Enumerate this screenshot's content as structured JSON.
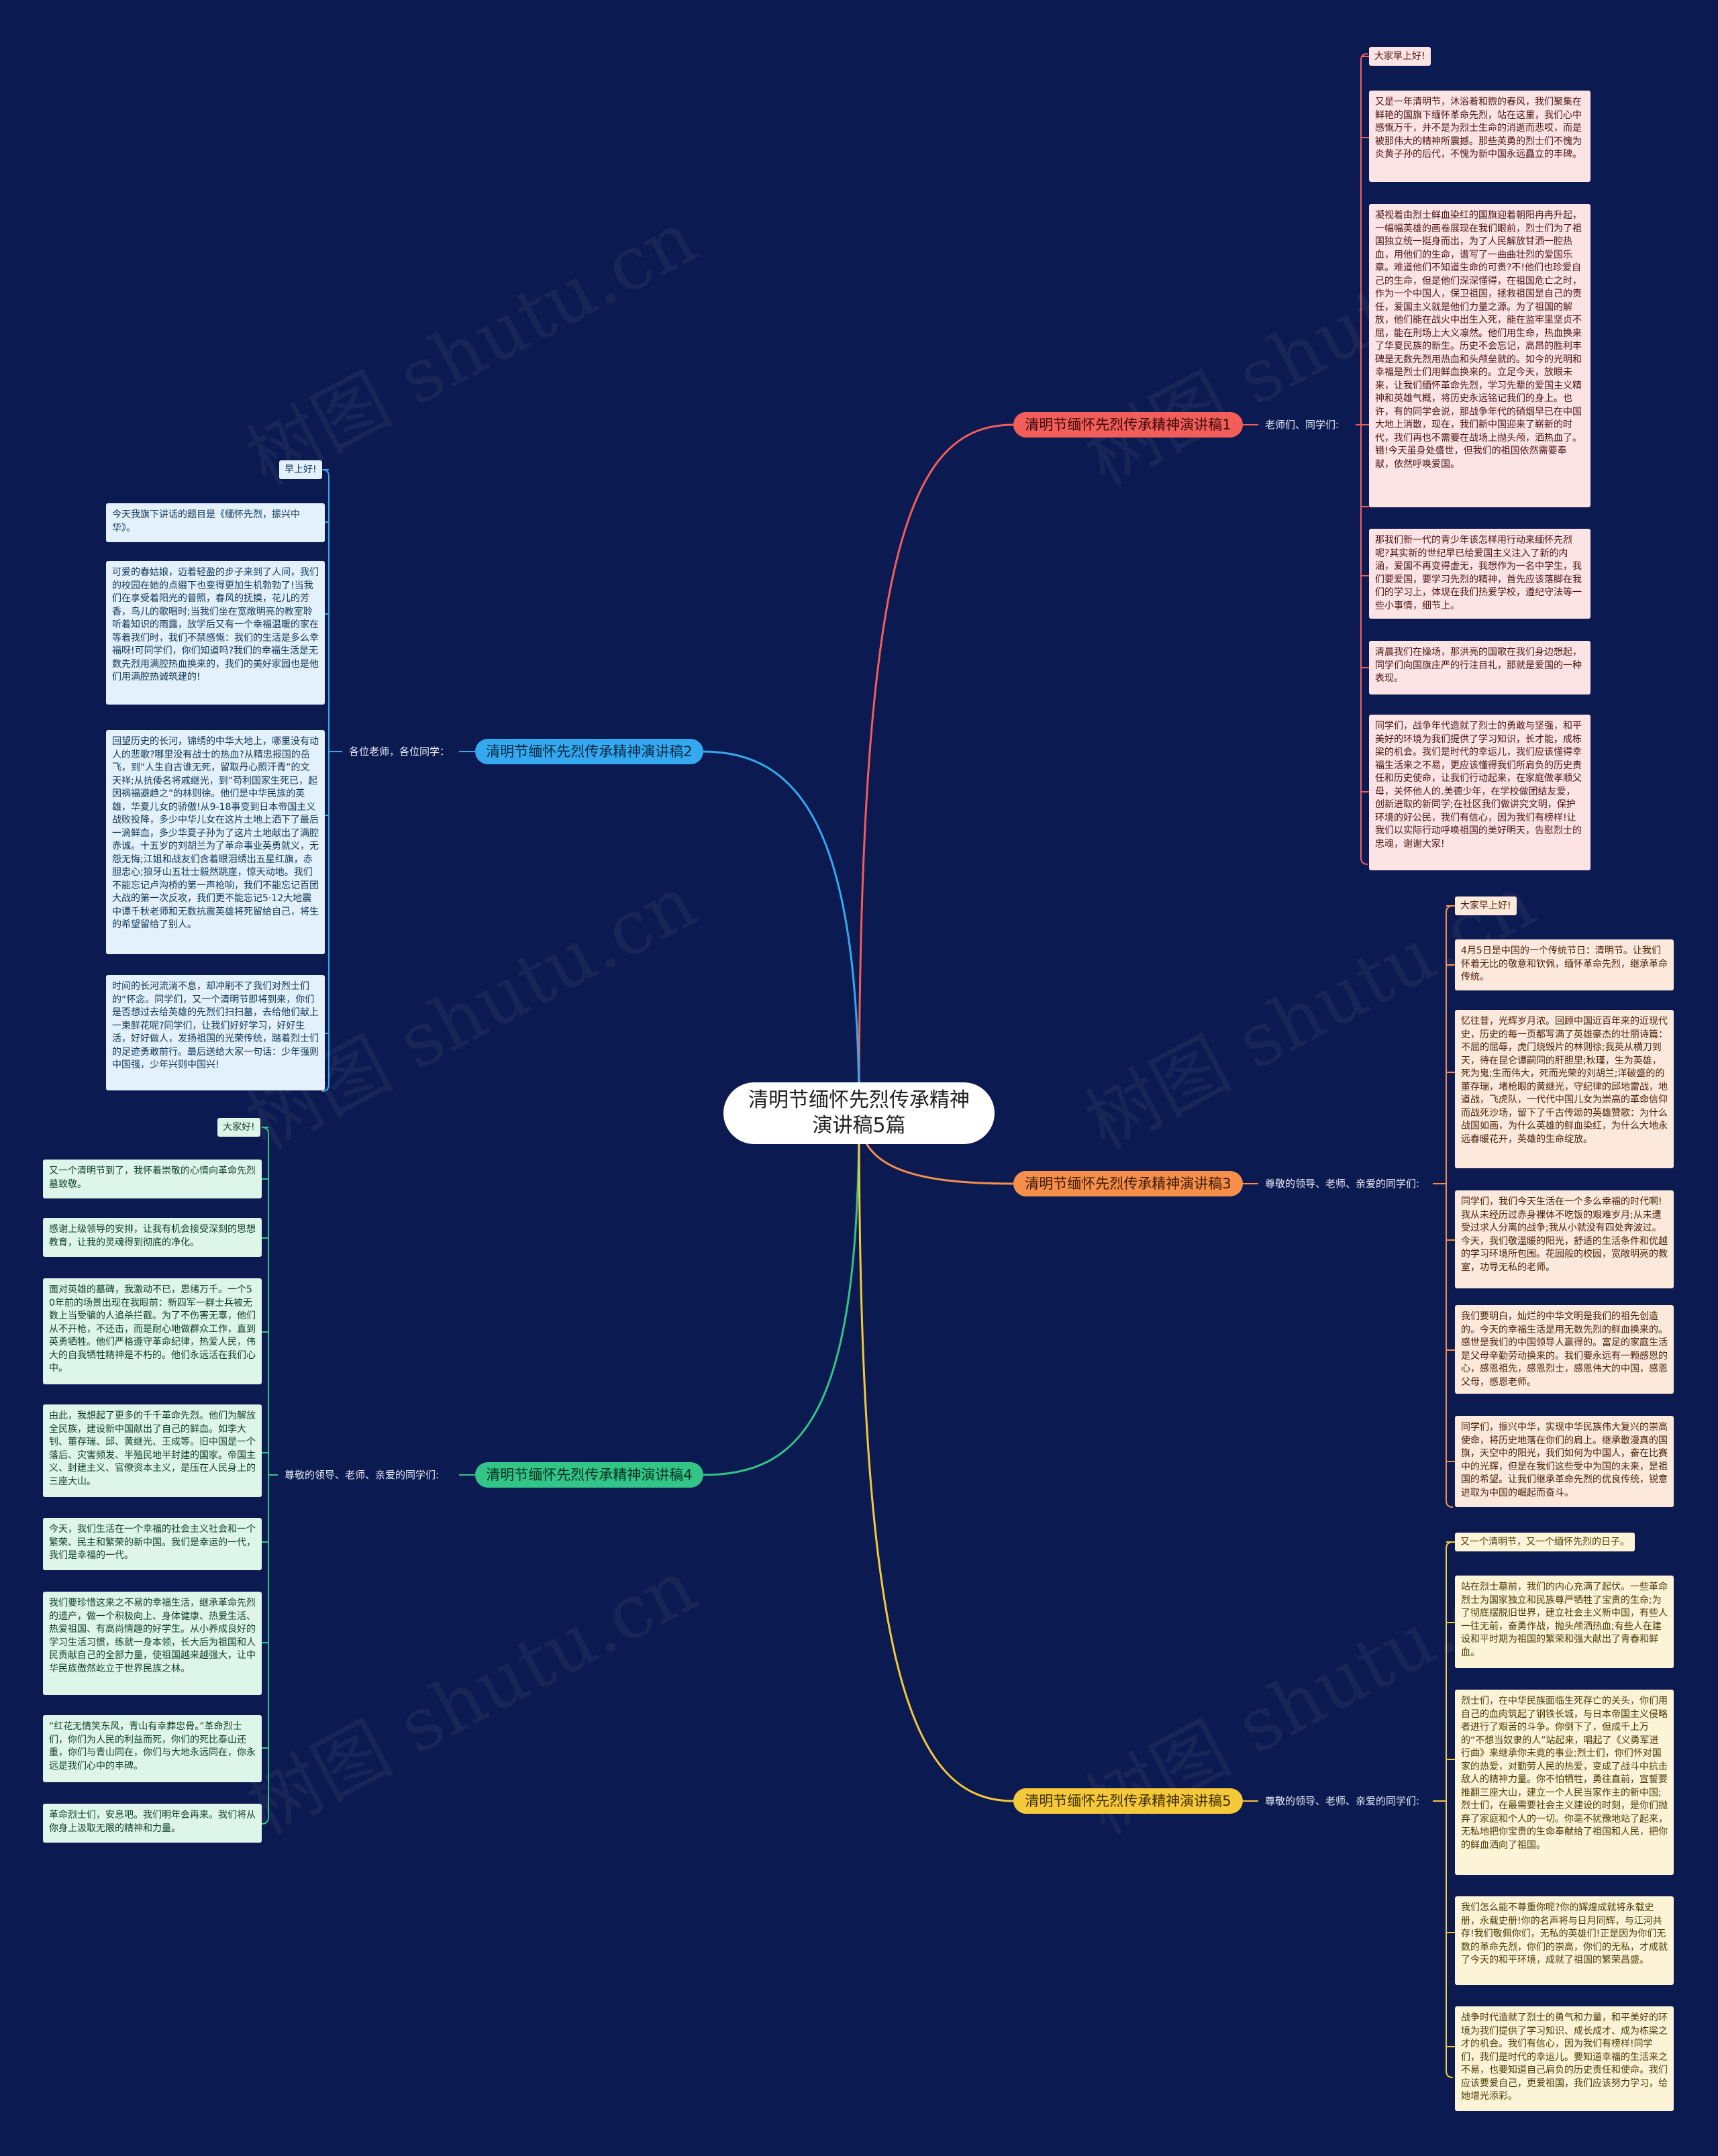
{
  "watermark": "树图 shutu.cn",
  "root": {
    "title": "清明节缅怀先烈传承精神演讲稿5篇"
  },
  "branches": [
    {
      "label": "清明节缅怀先烈传承精神演讲稿1",
      "greeting": "老师们、同学们:",
      "color": "#f25e5a",
      "items": [
        "大家早上好!",
        "又是一年清明节，沐浴着和煦的春风，我们聚集在鲜艳的国旗下缅怀革命先烈，站在这里，我们心中感慨万千，并不是为烈士生命的消逝而悲哎，而是被那伟大的精神所震撼。那些英勇的烈士们不愧为炎黄子孙的后代，不愧为新中国永远矗立的丰碑。",
        "凝视着由烈士鲜血染红的国旗迎着朝阳冉冉升起，一幅幅英雄的画卷展现在我们眼前，烈士们为了祖国独立统一挺身而出，为了人民解放甘洒一腔热血，用他们的生命，谱写了一曲曲壮烈的爱国乐章。难道他们不知道生命的可贵?不!他们也珍爱自己的生命，但是他们深深懂得，在祖国危亡之时，作为一个中国人，保卫祖国，拯救祖国是自己的责任，爱国主义就是他们力量之源。为了祖国的解放，他们能在战火中出生入死，能在监牢里坚贞不屈，能在刑场上大义凛然。他们用生命，热血换来了华夏民族的新生。历史不会忘记，高昂的胜利丰碑是无数先烈用热血和头颅垒就的。如今的光明和幸福是烈士们用鲜血换来的。立足今天，放眼未来，让我们缅怀革命先烈，学习先辈的爱国主义精神和英雄气概，将历史永远铭记我们的身上。也许，有的同学会说，那战争年代的硝烟早已在中国大地上消散，现在，我们新中国迎来了崭新的时代，我们再也不需要在战场上抛头颅，洒热血了。错!今天虽身处盛世，但我们的祖国依然需要奉献，依然呼唤爱国。",
        "那我们新一代的青少年该怎样用行动来缅怀先烈呢?其实新的世纪早已给爱国主义注入了新的内涵，爱国不再变得虚无，我想作为一名中学生，我们要爱国，要学习先烈的精神，首先应该落脚在我们的学习上，体现在我们热爱学校，遵纪守法等一些小事情，细节上。",
        "清晨我们在操场，那洪亮的国歌在我们身边想起，同学们向国旗庄严的行注目礼，那就是爱国的一种表现。",
        "同学们，战争年代造就了烈士的勇敢与坚强，和平美好的环境为我们提供了学习知识，长才能，成栋梁的机会。我们是时代的幸运儿，我们应该懂得幸福生活来之不易，更应该懂得我们所肩负的历史责任和历史使命，让我们行动起来，在家庭做孝顺父母，关怀他人的.美德少年，在学校做团结友爱，创新进取的新同学;在社区我们做讲究文明，保护环境的好公民，我们有信心，因为我们有榜样!让我们以实际行动呼唤祖国的美好明天，告慰烈士的忠魂，谢谢大家!"
      ]
    },
    {
      "label": "清明节缅怀先烈传承精神演讲稿2",
      "greeting": "各位老师，各位同学：",
      "color": "#35a9ef",
      "items": [
        "早上好!",
        "今天我旗下讲话的题目是《缅怀先烈，振兴中华》。",
        "可爱的春姑娘，迈着轻盈的步子来到了人间，我们的校园在她的点缀下也变得更加生机勃勃了!当我们在享受着阳光的普照，春风的抚摸，花儿的芳香，鸟儿的歌唱时;当我们坐在宽敞明亮的教室聆听着知识的雨露，放学后又有一个幸福温暖的家在等着我们时，我们不禁感慨：我们的生活是多么幸福呀!可同学们，你们知道吗?我们的幸福生活是无数先烈用满腔热血换来的，我们的美好家园也是他们用满腔热诚筑建的!",
        "回望历史的长河，锦绣的中华大地上，哪里没有动人的悲歌?哪里没有战士的热血?从精忠报国的岳飞，到“人生自古谁无死，留取丹心照汗青”的文天祥;从抗倭名将戚继光，到“苟利国家生死已，起因祸福避趋之”的林则徐。他们是中华民族的英雄，华夏儿女的骄傲!从9-18事变到日本帝国主义战败投降，多少中华儿女在这片土地上洒下了最后一滴鲜血，多少华夏子孙为了这片土地献出了满腔赤诚。十五岁的刘胡兰为了革命事业英勇就义，无怨无悔;江姐和战友们含着眼泪绣出五星红旗，赤胆忠心;狼牙山五壮士毅然跳崖，惊天动地。我们不能忘记卢沟桥的第一声枪响，我们不能忘记百团大战的第一次反攻，我们更不能忘记5·12大地震中谭千秋老师和无数抗震英雄将死留给自己，将生的希望留给了别人。",
        "时间的长河流淌不息，却冲刷不了我们对烈士们的“怀念。同学们，又一个清明节即将到来，你们是否想过去给英雄的先烈们扫扫墓，去给他们献上一束鲜花呢?同学们，让我们好好学习，好好生活，好好做人，发扬祖国的光荣传统，踏着烈士们的足迹勇敢前行。最后送给大家一句话：少年强则中国强，少年兴则中国兴!"
      ]
    },
    {
      "label": "清明节缅怀先烈传承精神演讲稿3",
      "greeting": "尊敬的领导、老师、亲爱的同学们:",
      "color": "#f58f4a",
      "items": [
        "大家早上好!",
        "4月5日是中国的一个传统节日：清明节。让我们怀着无比的敬意和钦佩，缅怀革命先烈，继承革命传统。",
        "忆往昔，光辉岁月浓。回顾中国近百年来的近现代史，历史的每一页都写满了英雄豪杰的壮丽诗篇：不屈的屈辱，虎门烧毁片的林则徐;我英从横刀到天，待在昆仑谭嗣同的肝胆里;秋瑾，生为英雄，死为鬼;生而伟大，死而光荣的刘胡兰;洋破盛的的董存瑞，堵枪眼的黄继光，守纪律的邱地雷战，地道战，飞虎队，一代代中国儿女为崇高的革命信仰而战死沙场，留下了千古传颂的英雄赞歌：为什么战国如画，为什么英雄的鲜血染红，为什么大地永远春暖花开，英雄的生命绽放。",
        "同学们，我们今天生活在一个多么幸福的时代啊!我从未经历过赤身裸体不吃饭的艰难岁月;从未遭受过求人分离的战争;我从小就没有四处奔波过。今天，我们敬温暖的阳光，舒适的生活条件和优越的学习环境所包围。花园般的校园，宽敞明亮的教室，功导无私的老师。",
        "我们要明白，灿烂的中华文明是我们的祖先创造的。今天的幸福生活是用无数先烈的鲜血换来的。感世是我们的中国领导人赢得的。富足的家庭生活是父母辛勤劳动换来的。我们要永远有一颗感恩的心，感恩祖先，感恩烈士，感恩伟大的中国，感恩父母，感恩老师。",
        "同学们，振兴中华，实现中华民族伟大复兴的崇高使命，将历史地落在你们的肩上。继承散漫真的国旗，天空中的阳光，我们如何为中国人，奋在比赛中的光辉，但是在我们这些受中为国的未来，是祖国的希望。让我们继承革命先烈的优良传统，锐意进取为中国的崛起而奋斗。"
      ]
    },
    {
      "label": "清明节缅怀先烈传承精神演讲稿4",
      "greeting": "尊敬的领导、老师、亲爱的同学们:",
      "color": "#33c487",
      "items": [
        "大家好!",
        "又一个清明节到了，我怀着崇敬的心情向革命先烈墓致敬。",
        "感谢上级领导的安排，让我有机会接受深刻的思想教育，让我的灵魂得到彻底的净化。",
        "面对英雄的墓碑，我激动不已，思绪万千。一个50年前的场景出现在我眼前：新四军一群士兵被无数上当受骗的人追杀拦截。为了不伤害无辜，他们从不开枪，不还击，而是耐心地做群众工作，直到英勇牺牲。他们严格遵守革命纪律，热爱人民，伟大的自我牺牲精神是不朽的。他们永远活在我们心中。",
        "由此，我想起了更多的千千革命先烈。他们为解放全民族，建设新中国献出了自己的鲜血。如李大钊、董存瑞、邱、黄继光、王成等。旧中国是一个落后、灾害频发、半殖民地半封建的国家。帝国主义、封建主义、官僚资本主义，是压在人民身上的三座大山。",
        "今天，我们生活在一个幸福的社会主义社会和一个繁荣、民主和繁荣的新中国。我们是幸运的一代，我们是幸福的一代。",
        "我们要珍惜这来之不易的幸福生活，继承革命先烈的遗产，做一个积极向上、身体健康、热爱生活、热爱祖国、有高尚情趣的好学生。从小养成良好的学习生活习惯，练就一身本领，长大后为祖国和人民贡献自己的全部力量，使祖国越来越强大，让中华民族傲然屹立于世界民族之林。",
        "“红花无情笑东风，青山有幸葬忠骨。”革命烈士们，你们为人民的利益而死，你们的死比泰山还重，你们与青山同在，你们与大地永远同在，你永远是我们心中的丰碑。",
        "革命烈士们，安息吧。我们明年会再来。我们将从你身上汲取无限的精神和力量。"
      ]
    },
    {
      "label": "清明节缅怀先烈传承精神演讲稿5",
      "greeting": "尊敬的领导、老师、亲爱的同学们:",
      "color": "#f5c93a",
      "items": [
        "又一个清明节，又一个缅怀先烈的日子。",
        "站在烈士墓前，我们的内心充满了起伏。一些革命烈士为国家独立和民族尊严牺牲了宝贵的生命;为了彻底摆脱旧世界，建立社会主义新中国，有些人一往无前，奋勇作战，抛头颅洒热血;有些人在建设和平时期为祖国的繁荣和强大献出了青春和鲜血。",
        "烈士们，在中华民族面临生死存亡的关头，你们用自己的血肉筑起了钢铁长城，与日本帝国主义侵略者进行了艰苦的斗争。你倒下了，但成千上万的“不想当奴隶的人”站起来，唱起了《义勇军进行曲》来继承你未竟的事业;烈士们，你们怀对国家的热爱，对勤劳人民的热爱，变成了战斗中抗击敌人的精神力量。你不怕牺牲，勇往直前，宣誓要推翻三座大山，建立一个人民当家作主的新中国;烈士们，在最需要社会主义建设的时刻，是你们抛弃了家庭和个人的一切。你毫不犹豫地站了起来，无私地把你宝贵的生命奉献给了祖国和人民，把你的鲜血洒向了祖国。",
        "我们怎么能不尊重你呢?你的辉煌成就将永载史册，永载史册!你的名声将与日月同辉，与江河共存!我们敬佩你们，无私的英雄们!正是因为你们无数的革命先烈，你们的崇高，你们的无私，才成就了今天的和平环境，成就了祖国的繁荣昌盛。",
        "战争时代造就了烈士的勇气和力量，和平美好的环境为我们提供了学习知识、成长成才、成为栋梁之才的机会。我们有信心，因为我们有榜样!同学们，我们是时代的幸运儿。要知道幸福的生活来之不易，也要知道自己肩负的历史责任和使命。我们应该要爱自己，更爱祖国，我们应该努力学习，给她增光添彩。"
      ]
    }
  ]
}
